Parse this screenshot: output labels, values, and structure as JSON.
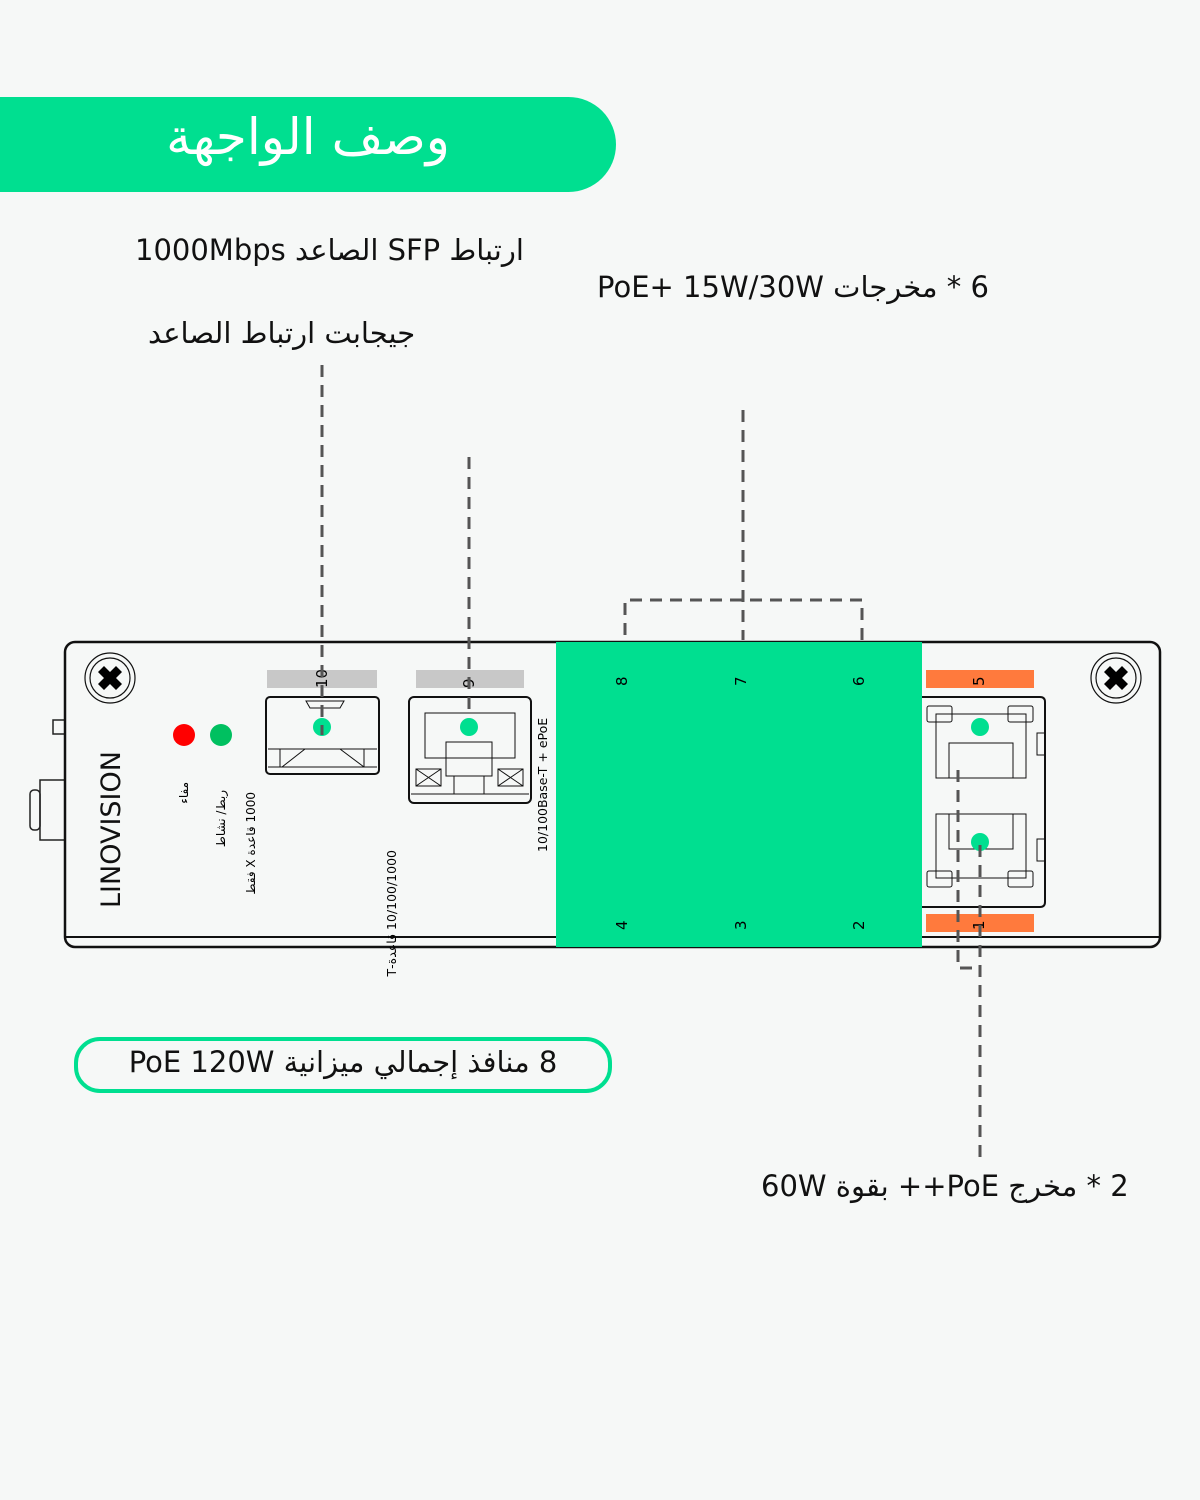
{
  "header": {
    "title": "وصف الواجهة"
  },
  "callouts": {
    "sfp_uplink": "ارتباط SFP الصاعد 1000Mbps",
    "gigabit_uplink": "جيجابت ارتباط الصاعد",
    "poe_plus": "6 * مخرجات PoE+ 15W/30W",
    "poe_budget": "8 منافذ إجمالي ميزانية PoE 120W",
    "poe_plusplus": "2 * مخرج PoE++ بقوة 60W"
  },
  "device": {
    "brand": "LINOVISION",
    "led_labels": [
      "مفاء",
      "ربط/ نشاط",
      "1000 قاعدة X فقط"
    ],
    "port10_label": "10/100/1000 قاعدة-T",
    "port9_label": "10/100Base-T + ePoE",
    "ports": {
      "p1": "1",
      "p2": "2",
      "p3": "3",
      "p4": "4",
      "p5": "5",
      "p6": "6",
      "p7": "7",
      "p8": "8",
      "p9": "9",
      "p10": "10"
    }
  },
  "colors": {
    "accent": "#00df90",
    "poe_plusplus": "#ff7a3d",
    "led_fault": "#ff0000",
    "led_link": "#00c060",
    "label_gray": "#c8c8c8"
  }
}
